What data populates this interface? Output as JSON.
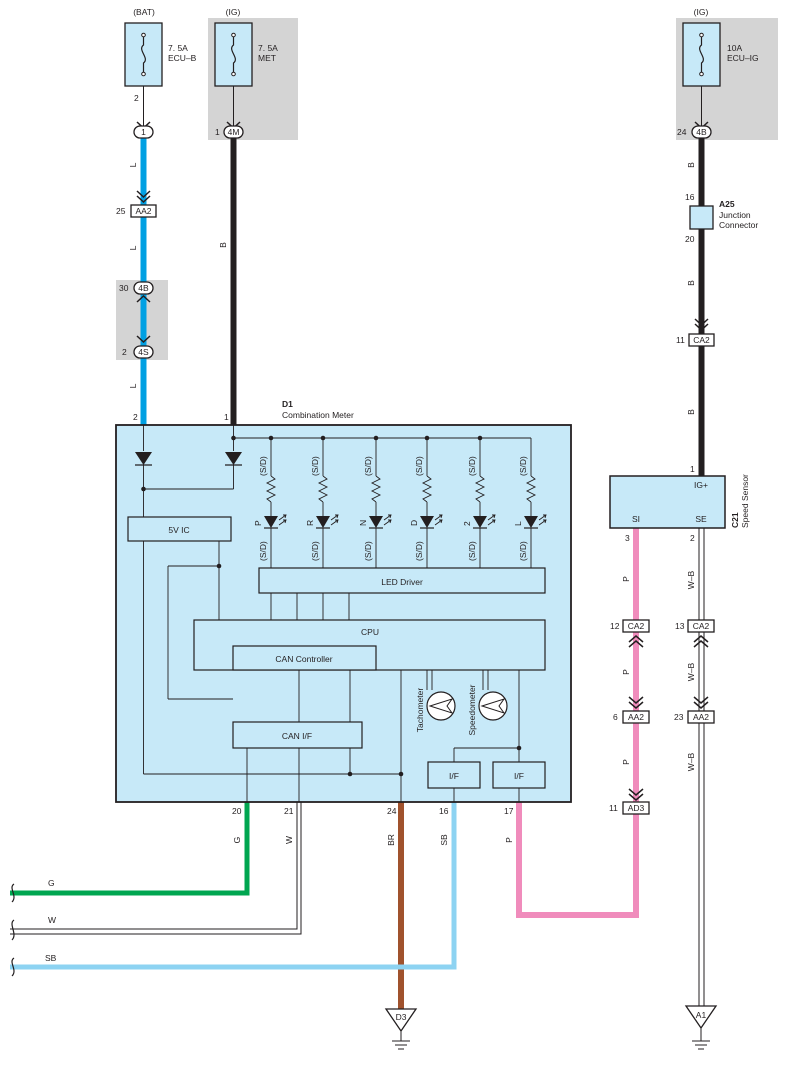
{
  "fuses": {
    "ecub": {
      "source": "(BAT)",
      "rating": "7. 5A",
      "name": "ECU–B",
      "pin": "2"
    },
    "met": {
      "source": "(IG)",
      "rating": "7. 5A",
      "name": "MET"
    },
    "ecuig": {
      "source": "(IG)",
      "rating": "10A",
      "name": "ECU–IG"
    }
  },
  "connectors": {
    "c1": {
      "label": "1"
    },
    "c4m": {
      "label": "4M",
      "pin": "1"
    },
    "c4b_top": {
      "label": "4B",
      "pin": "24"
    },
    "aa2_left": {
      "label": "AA2",
      "pin": "25"
    },
    "c4b_left": {
      "label": "4B",
      "pin": "30"
    },
    "c4s": {
      "label": "4S",
      "pin": "2"
    },
    "ca2_right": {
      "label": "CA2",
      "pin": "11"
    },
    "ca2_si": {
      "label": "CA2",
      "pin": "12"
    },
    "ca2_se": {
      "label": "CA2",
      "pin": "13"
    },
    "aa2_si": {
      "label": "AA2",
      "pin": "6"
    },
    "aa2_se": {
      "label": "AA2",
      "pin": "23"
    },
    "ad3": {
      "label": "AD3",
      "pin": "11"
    }
  },
  "a25": {
    "id": "A25",
    "name1": "Junction",
    "name2": "Connector",
    "pin_in": "16",
    "pin_out": "20"
  },
  "d1": {
    "id": "D1",
    "name": "Combination Meter",
    "pin_bat": "2",
    "pin_ig": "1",
    "pins_bottom": [
      "20",
      "21",
      "24",
      "16",
      "17"
    ]
  },
  "c21": {
    "id": "C21",
    "name": "Speed Sensor",
    "igplus": "IG+",
    "si": "SI",
    "se": "SE",
    "pin_ig": "1",
    "pin_si": "3",
    "pin_se": "2"
  },
  "blocks": {
    "ic5v": "5V IC",
    "led_driver": "LED Driver",
    "cpu": "CPU",
    "can_controller": "CAN Controller",
    "can_if": "CAN I/F",
    "if1": "I/F",
    "if2": "I/F",
    "tachometer": "Tachometer",
    "speedometer": "Speedometer"
  },
  "indicators": [
    {
      "letter": "P",
      "sd_top": "(S/D)",
      "sd_bottom": "(S/D)"
    },
    {
      "letter": "R",
      "sd_top": "(S/D)",
      "sd_bottom": "(S/D)"
    },
    {
      "letter": "N",
      "sd_top": "(S/D)",
      "sd_bottom": "(S/D)"
    },
    {
      "letter": "D",
      "sd_top": "(S/D)",
      "sd_bottom": "(S/D)"
    },
    {
      "letter": "2",
      "sd_top": "(S/D)",
      "sd_bottom": "(S/D)"
    },
    {
      "letter": "L",
      "sd_top": "(S/D)",
      "sd_bottom": "(S/D)"
    }
  ],
  "wire_colors": {
    "l": "L",
    "b": "B",
    "g": "G",
    "w": "W",
    "br": "BR",
    "sb": "SB",
    "p": "P",
    "wb": "W–B"
  },
  "outputs": {
    "g": "G",
    "w": "W",
    "sb": "SB"
  },
  "grounds": {
    "d3": "D3",
    "a1": "A1"
  },
  "colors": {
    "blue_wire": "#00a0e3",
    "light_blue_wire": "#8dd3f2",
    "green_wire": "#00a650",
    "brown_wire": "#a0522d",
    "pink_wire": "#f08cbc",
    "black_wire": "#231f20",
    "meter_fill": "#c7e9f8",
    "shade": "#d4d4d4"
  }
}
